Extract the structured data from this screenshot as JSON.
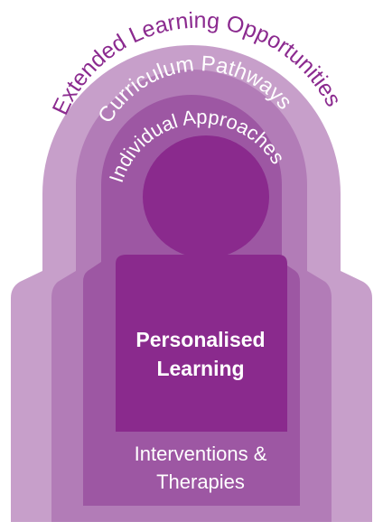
{
  "diagram": {
    "layers": [
      {
        "label": "Extended Learning Opportunities"
      },
      {
        "label": "Curriculum Pathways"
      },
      {
        "label": "Individual Approaches"
      }
    ],
    "center": {
      "line1": "Personalised",
      "line2": "Learning"
    },
    "bottom": {
      "line1": "Interventions &",
      "line2": "Therapies"
    },
    "colors": {
      "outer_text": "#8b2a8f",
      "layer1": "#c79fca",
      "layer2": "#b27cb7",
      "layer3": "#9d57a3",
      "person": "#8a2a8d"
    }
  }
}
